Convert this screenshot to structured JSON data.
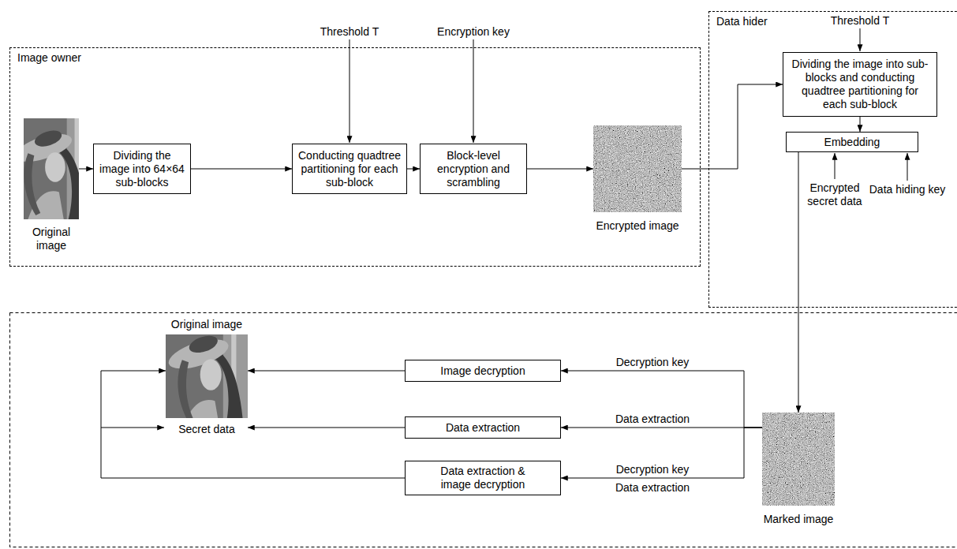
{
  "diagram": {
    "nodes": [
      {
        "text": [
          "Image owner"
        ]
      },
      {
        "text": [
          "Original image"
        ],
        "in": 0
      },
      {
        "text": [
          "Dividing the image into 64×64 sub-blocks"
        ],
        "in": 0
      },
      {
        "text": [
          "Conducting quadtree partitioning for each sub-block"
        ],
        "in": 0
      },
      {
        "text": [
          "Block-level encryption and scrambling"
        ],
        "in": 0
      },
      {
        "text": [
          "Encrypted image"
        ],
        "in": 0
      },
      {
        "text": [
          "Data hider"
        ]
      },
      {
        "text": [
          "Dividing the image into sub-blocks and conducting quadtree partitioning for each sub-block"
        ],
        "in": 6
      },
      {
        "text": [
          "Embedding"
        ],
        "in": 6
      },
      {
        "text": [
          "Marked image"
        ]
      },
      {
        "text": [
          "Image decryption"
        ]
      },
      {
        "text": [
          "Data extraction"
        ]
      },
      {
        "text": [
          "Data extraction & image decryption"
        ]
      },
      {
        "text": [
          "Original image",
          "Secret data"
        ]
      }
    ],
    "edges": [
      {
        "from": 1,
        "to": 2,
        "arrow": "to"
      },
      {
        "from": 2,
        "to": 3,
        "arrow": "to"
      },
      {
        "from": 3,
        "to": 4,
        "arrow": "to"
      },
      {
        "from": 4,
        "to": 5,
        "arrow": "to"
      },
      {
        "from": 5,
        "to": 7,
        "arrow": "to"
      },
      {
        "from": 7,
        "to": 8,
        "arrow": "to"
      },
      {
        "from": 8,
        "to": 9,
        "arrow": "to"
      },
      {
        "from": 9,
        "to": 10,
        "label": "Decryption key",
        "arrow": "to"
      },
      {
        "from": 9,
        "to": 11,
        "label": "Data extraction",
        "arrow": "to"
      },
      {
        "from": 9,
        "to": 12,
        "label": "Decryption key",
        "arrow": "to"
      },
      {
        "from": 10,
        "to": 13,
        "arrow": "to"
      },
      {
        "from": 11,
        "to": 13,
        "arrow": "to"
      },
      {
        "from": 12,
        "to": 13,
        "arrow": "to"
      }
    ],
    "labels": [
      "Threshold T",
      "Encryption key",
      "Threshold T",
      "Encrypted secret data",
      "Data hiding key",
      "Data extraction"
    ]
  }
}
